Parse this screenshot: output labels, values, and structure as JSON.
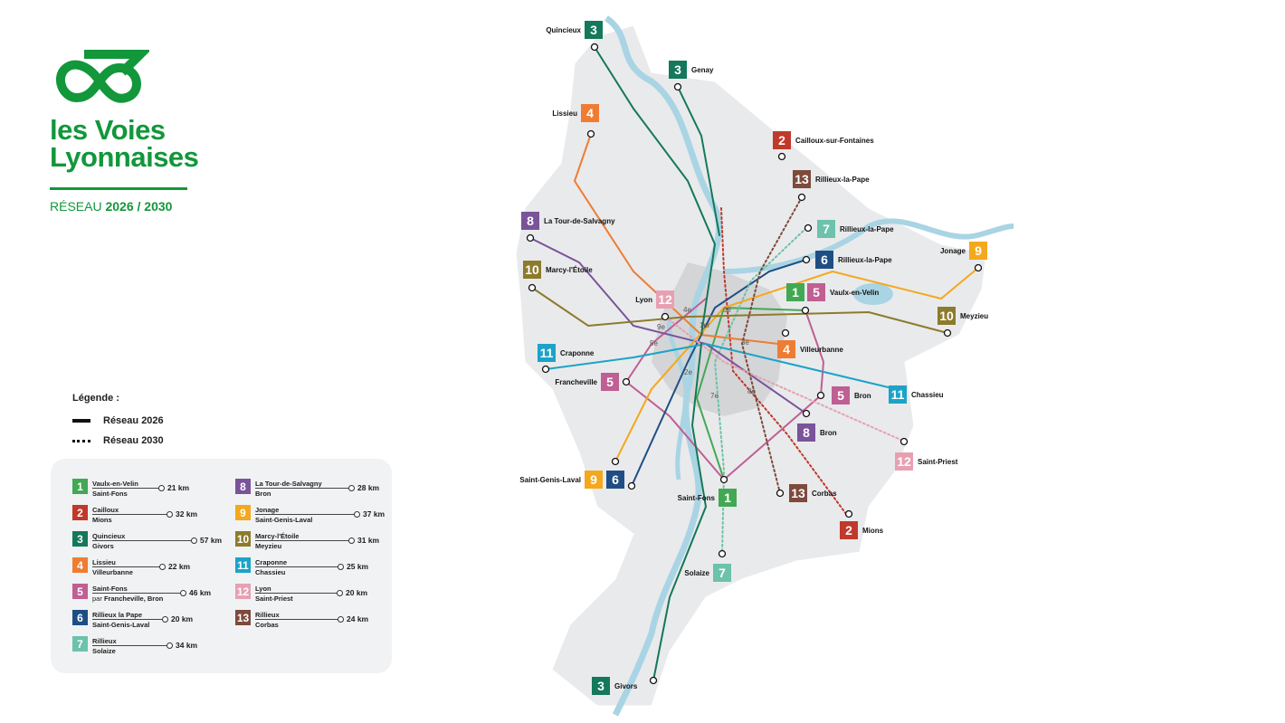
{
  "logo": {
    "line1": "les Voies",
    "line2": "Lyonnaises",
    "subtitle_a": "RÉSEAU ",
    "subtitle_b": "2026 / 2030"
  },
  "legend": {
    "title": "Légende :",
    "solid": "Réseau 2026",
    "dotted": "Réseau 2030"
  },
  "lines": [
    {
      "n": "1",
      "color": "#43a853",
      "from": "Vaulx-en-Velin",
      "to": "Saint-Fons",
      "km": "21 km"
    },
    {
      "n": "2",
      "color": "#c0392b",
      "from": "Cailloux",
      "to": "Mions",
      "km": "32 km"
    },
    {
      "n": "3",
      "color": "#14785a",
      "from": "Quincieux",
      "to": "Givors",
      "km": "57 km"
    },
    {
      "n": "4",
      "color": "#ee7d33",
      "from": "Lissieu",
      "to": "Villeurbanne",
      "km": "22 km"
    },
    {
      "n": "5",
      "color": "#bf5f93",
      "from": "Saint-Fons",
      "via": "par ",
      "to": "Francheville, Bron",
      "km": "46 km"
    },
    {
      "n": "6",
      "color": "#1f4e84",
      "from": "Rillieux la Pape",
      "to": "Saint-Genis-Laval",
      "km": "20 km"
    },
    {
      "n": "7",
      "color": "#6cc2ab",
      "from": "Rillieux",
      "to": "Solaize",
      "km": "34 km"
    },
    {
      "n": "8",
      "color": "#7a5399",
      "from": "La Tour-de-Salvagny",
      "to": "Bron",
      "km": "28 km"
    },
    {
      "n": "9",
      "color": "#f4a81d",
      "from": "Jonage",
      "to": "Saint-Genis-Laval",
      "km": "37 km"
    },
    {
      "n": "10",
      "color": "#8c7b2c",
      "from": "Marcy-l'Étoile",
      "to": "Meyzieu",
      "km": "31 km"
    },
    {
      "n": "11",
      "color": "#1ba3c8",
      "from": "Craponne",
      "to": "Chassieu",
      "km": "25 km"
    },
    {
      "n": "12",
      "color": "#e7a0b2",
      "from": "Lyon",
      "to": "Saint-Priest",
      "km": "20 km"
    },
    {
      "n": "13",
      "color": "#7d4a3c",
      "from": "Rillieux",
      "to": "Corbas",
      "km": "24 km"
    }
  ],
  "map_labels": [
    {
      "n": "3",
      "name": "Quincieux"
    },
    {
      "n": "3",
      "name": "Genay"
    },
    {
      "n": "4",
      "name": "Lissieu"
    },
    {
      "n": "2",
      "name": "Cailloux-sur-Fontaines"
    },
    {
      "n": "13",
      "name": "Rillieux-la-Pape"
    },
    {
      "n": "8",
      "name": "La Tour-de-Salvagny"
    },
    {
      "n": "7",
      "name": "Rillieux-la-Pape"
    },
    {
      "n": "9",
      "name": "Jonage"
    },
    {
      "n": "6",
      "name": "Rillieux-la-Pape"
    },
    {
      "n": "10",
      "name": "Marcy-l'Étoile"
    },
    {
      "n": "12",
      "name": "Lyon"
    },
    {
      "n": "1",
      "name": ""
    },
    {
      "n": "5",
      "name": "Vaulx-en-Velin"
    },
    {
      "n": "10",
      "name": "Meyzieu"
    },
    {
      "n": "11",
      "name": "Craponne"
    },
    {
      "n": "4",
      "name": "Villeurbanne"
    },
    {
      "n": "5",
      "name": "Francheville"
    },
    {
      "n": "5",
      "name": "Bron"
    },
    {
      "n": "11",
      "name": "Chassieu"
    },
    {
      "n": "8",
      "name": "Bron"
    },
    {
      "n": "12",
      "name": "Saint-Priest"
    },
    {
      "n": "9",
      "name": ""
    },
    {
      "n": "6",
      "name": "Saint-Genis-Laval"
    },
    {
      "n": "1",
      "name": "Saint-Fons"
    },
    {
      "n": "13",
      "name": "Corbas"
    },
    {
      "n": "2",
      "name": "Mions"
    },
    {
      "n": "7",
      "name": "Solaize"
    },
    {
      "n": "3",
      "name": "Givors"
    }
  ],
  "arrondissements": [
    "1er",
    "2e",
    "3e",
    "4e",
    "5e",
    "6e",
    "7e",
    "8e",
    "9e"
  ]
}
